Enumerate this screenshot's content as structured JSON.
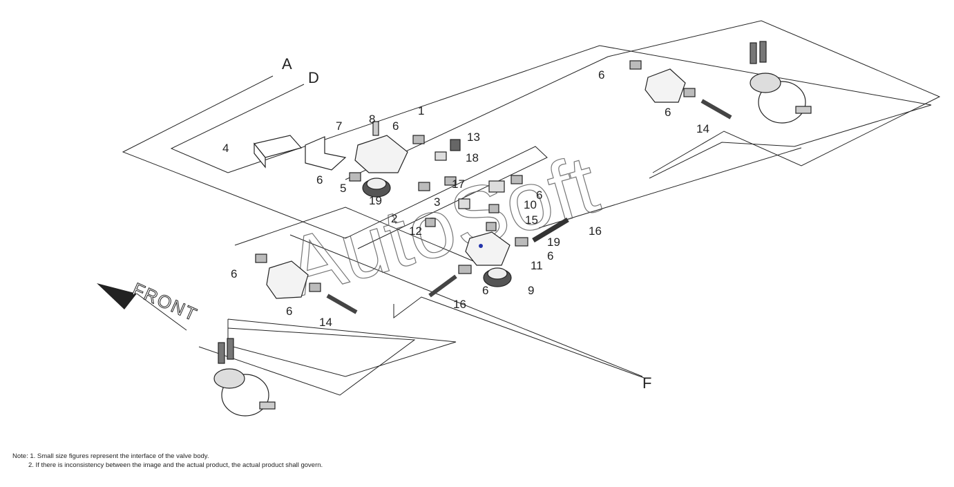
{
  "line_labels": {
    "A": "A",
    "D": "D",
    "F": "F"
  },
  "front_label": "FRONT",
  "watermark": "AutoSoft",
  "part_callouts": {
    "p1": "1",
    "p2": "2",
    "p3": "3",
    "p4": "4",
    "p5": "5",
    "p6": "6",
    "p7": "7",
    "p8": "8",
    "p9": "9",
    "p10": "10",
    "p11": "11",
    "p12": "12",
    "p13": "13",
    "p14": "14",
    "p15": "15",
    "p16": "16",
    "p17": "17",
    "p18": "18",
    "p19": "19"
  },
  "notes": {
    "prefix": "Note:",
    "line1": "1. Small size figures represent the interface of the valve body.",
    "line2": "2. If there is inconsistency between the image and the actual product, the actual product shall govern."
  },
  "colors": {
    "line": "#222222",
    "accent": "#2233aa"
  }
}
